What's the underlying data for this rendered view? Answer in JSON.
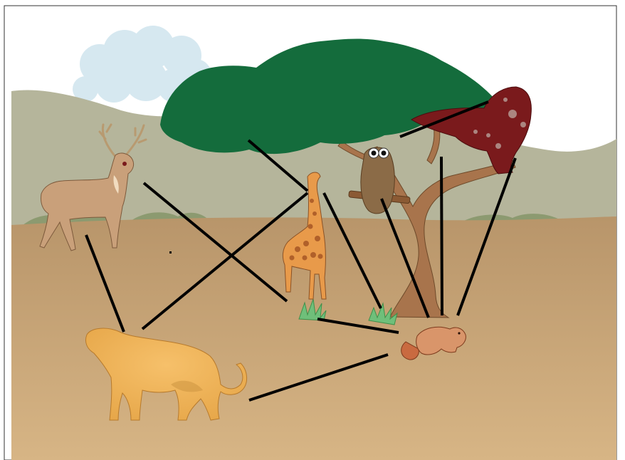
{
  "diagram": {
    "type": "food-web illustration",
    "text_labels": [],
    "organisms": [
      {
        "id": "deer",
        "name": "deer",
        "icon": "deer-icon"
      },
      {
        "id": "giraffe",
        "name": "giraffe",
        "icon": "giraffe-icon"
      },
      {
        "id": "owl",
        "name": "owl",
        "icon": "owl-icon"
      },
      {
        "id": "eagle",
        "name": "eagle",
        "icon": "eagle-icon"
      },
      {
        "id": "lion",
        "name": "lioness",
        "icon": "lion-icon"
      },
      {
        "id": "squirrel",
        "name": "squirrel",
        "icon": "squirrel-icon"
      },
      {
        "id": "tree",
        "name": "acacia tree",
        "icon": "tree-icon"
      },
      {
        "id": "grass1",
        "name": "grass",
        "icon": "grass-icon"
      },
      {
        "id": "grass2",
        "name": "grass",
        "icon": "grass-icon"
      }
    ],
    "links": [
      {
        "from": "deer",
        "to": "lion"
      },
      {
        "from": "deer",
        "to": "grass1"
      },
      {
        "from": "tree",
        "to": "giraffe"
      },
      {
        "from": "giraffe",
        "to": "lion"
      },
      {
        "from": "giraffe",
        "to": "grass2"
      },
      {
        "from": "owl",
        "to": "squirrel"
      },
      {
        "from": "eagle",
        "to": "owl"
      },
      {
        "from": "eagle",
        "to": "squirrel"
      },
      {
        "from": "tree",
        "to": "squirrel"
      },
      {
        "from": "grass1",
        "to": "squirrel"
      },
      {
        "from": "squirrel",
        "to": "lion"
      }
    ],
    "colors": {
      "sky": "#ffffff",
      "cloud": "#d6e8f0",
      "hills": "#b5b59b",
      "ground_top": "#b8956a",
      "ground_bottom": "#d7b585",
      "foliage": "#146c3c",
      "trunk": "#a8744c",
      "link": "#000000",
      "deer": "#c9a07a",
      "giraffe": "#e89a4a",
      "owl": "#8b6b47",
      "eagle": "#7a1a1c",
      "lion": "#f0b45c",
      "squirrel": "#c47a4a",
      "grass": "#6fbf7a"
    }
  }
}
